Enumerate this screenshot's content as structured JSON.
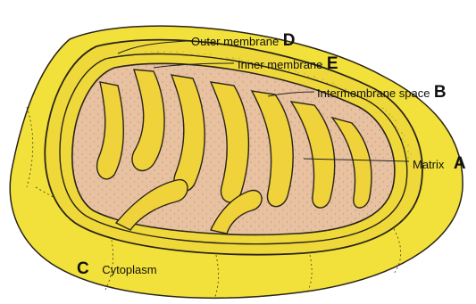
{
  "labels": {
    "outer_membrane": {
      "name": "Outer membrane",
      "letter": "D"
    },
    "inner_membrane": {
      "name": "Inner membrane",
      "letter": "E"
    },
    "intermembrane_space": {
      "name": "Intermembrane space",
      "letter": "B"
    },
    "matrix": {
      "name": "Matrix",
      "letter": "A"
    },
    "cytoplasm": {
      "name": "Cytoplasm",
      "letter": "C"
    }
  },
  "colors": {
    "cytoplasm_fill": "#f2e13a",
    "outer_membrane_fill": "#efd93a",
    "matrix_fill": "#e7c1a0",
    "cristae_fill": "#dcae8b",
    "outline": "#2a2418"
  }
}
